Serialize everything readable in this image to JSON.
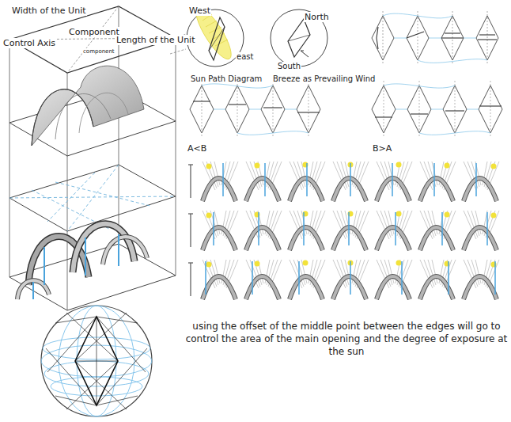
{
  "diagram": {
    "caption": "using the offset of the middle point between the edges will go to control the area of the main opening and the degree of exposure at the sun",
    "labels": [
      "Width of the Unit",
      "Component",
      "Control Axis",
      "Length of the Unit",
      "component",
      "West",
      "North",
      "east",
      "South",
      "Sun Path Diagram",
      "Breeze as Prevailing Wind",
      "A<B",
      "B>A"
    ]
  }
}
